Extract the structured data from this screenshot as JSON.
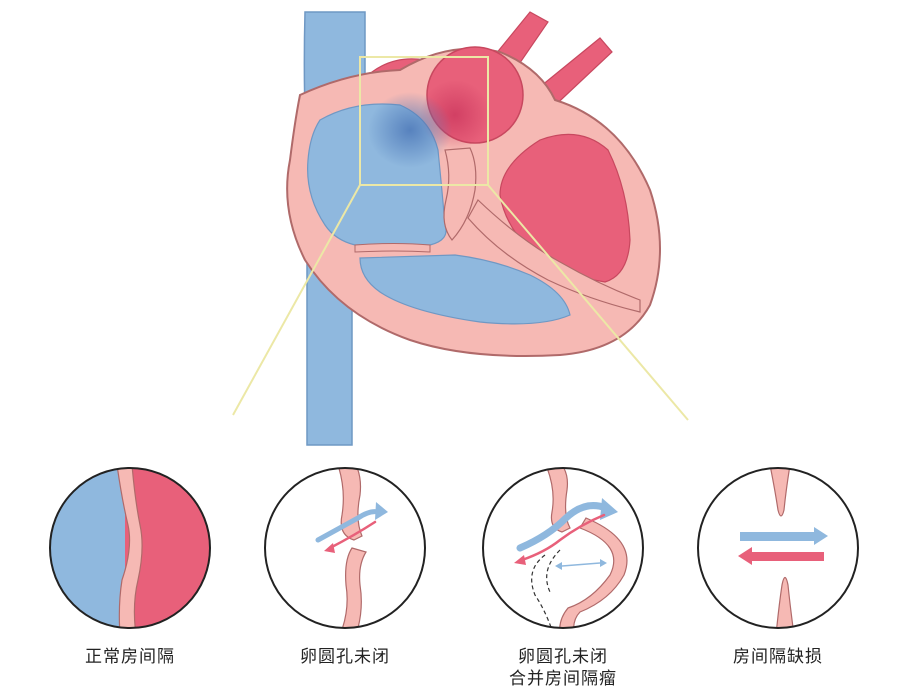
{
  "colors": {
    "deoxygenated_blood": "#8fb8de",
    "oxygenated_blood": "#e8607a",
    "tissue": "#f6b9b4",
    "tissue_outline": "#b06a6a",
    "zoom_lines": "#ece8a6"
  },
  "panels": [
    {
      "id": "normal",
      "label_lines": [
        "正常房间隔"
      ]
    },
    {
      "id": "pfo",
      "label_lines": [
        "卵圆孔未闭"
      ]
    },
    {
      "id": "pfo-aneurysm",
      "label_lines": [
        "卵圆孔未闭",
        "合并房间隔瘤"
      ]
    },
    {
      "id": "asd",
      "label_lines": [
        "房间隔缺损"
      ]
    }
  ]
}
